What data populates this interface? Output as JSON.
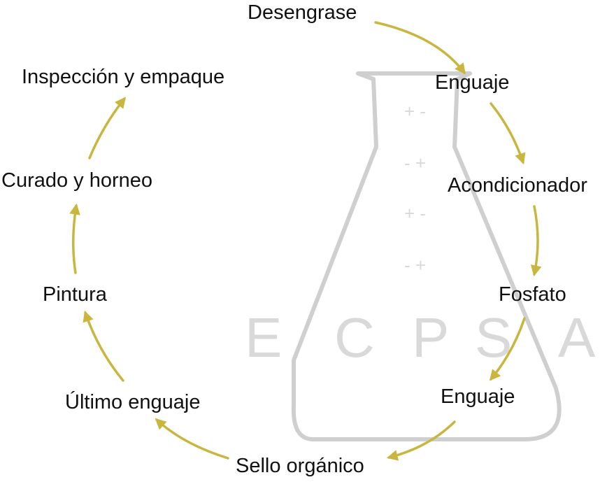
{
  "steps": [
    "Desengrase",
    "Enguaje",
    "Acondicionador",
    "Fosfato",
    "Enguaje",
    "Sello orgánico",
    "Último enguaje",
    "Pintura",
    "Curado y horneo",
    "Inspección y empaque"
  ],
  "watermark": {
    "letters": [
      "E",
      "C",
      "P",
      "S",
      "A"
    ],
    "charge_signs": [
      "+ -",
      "- +",
      "+ -",
      "- +"
    ]
  },
  "colors": {
    "arrow": "#c9b63f",
    "flask": "#cfcfcf",
    "watermark_text": "#d9d9d9",
    "label_text": "#111111"
  }
}
